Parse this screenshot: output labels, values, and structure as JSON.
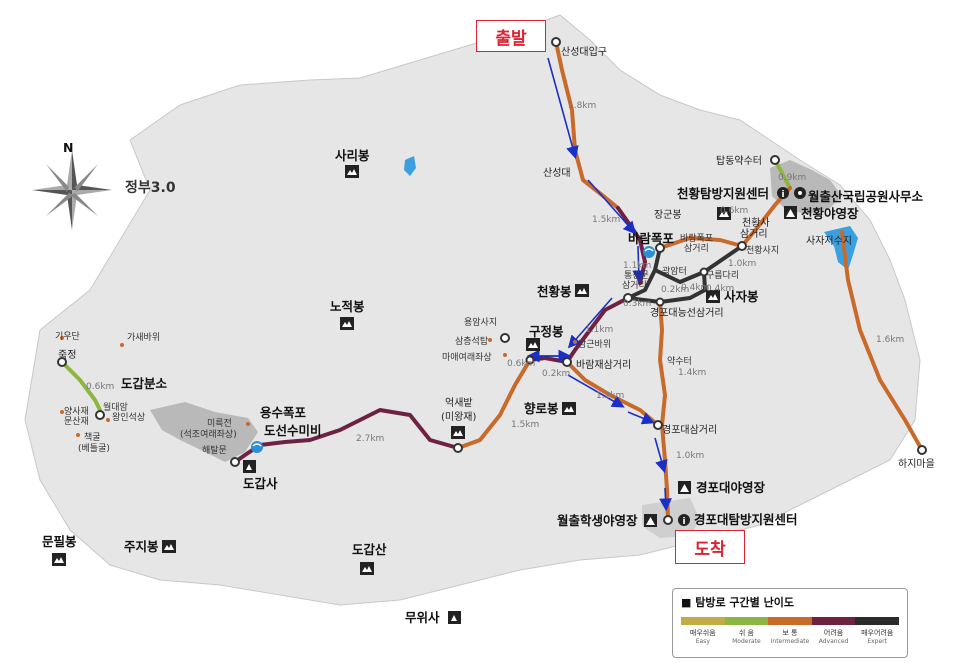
{
  "callouts": {
    "start": "출발",
    "end": "도착"
  },
  "compass": {
    "north": "N"
  },
  "logo": {
    "text": "정부3.0"
  },
  "legend": {
    "title": "탐방로 구간별 난이도",
    "levels": [
      {
        "ko": "매우쉬움",
        "en": "Easy",
        "color": "#c4ab45"
      },
      {
        "ko": "쉬 움",
        "en": "Moderate",
        "color": "#8db541"
      },
      {
        "ko": "보 통",
        "en": "Intermediate",
        "color": "#c96a2a"
      },
      {
        "ko": "어려움",
        "en": "Advanced",
        "color": "#6e2141"
      },
      {
        "ko": "매우어려움",
        "en": "Expert",
        "color": "#2b2b2b"
      }
    ]
  },
  "colors": {
    "intermediate": "#c96a2a",
    "advanced": "#6e2141",
    "expert": "#333333",
    "moderate": "#8db541",
    "terrain": "#e6e6e6",
    "arrow": "#1a2fc6",
    "start_red": "#d22233"
  },
  "labels": {
    "sanseong_entrance": "산성대입구",
    "sanseongdae": "산성대",
    "d18": "1.8km",
    "d15": "1.5km",
    "tapdong": "탑동약수터",
    "d09": "0.9km",
    "cheonhwang_center": "천황탐방지원센터",
    "wolchul_office": "월출산국립공원사무소",
    "cheonhwang_camp": "천황야영장",
    "janggun": "장군봉",
    "d06": "0.6km",
    "cheonhwangsa_jct_1": "천황사",
    "cheonhwangsa_jct_2": "삼거리",
    "cheonhwangsa": "천황사지",
    "sajajeo": "사자저수지",
    "d16": "1.6km",
    "baramfall": "바람폭포",
    "baramfall_jct_1": "바람폭포",
    "baramfall_jct_2": "삼거리",
    "d11": "1.1km",
    "gwangamteo": "광암터",
    "gureumdari": "구름다리",
    "d10a": "1.0km",
    "d04": "0.4km",
    "d04b": "0.4km",
    "tongcheon_1": "통천문",
    "tongcheon_2": "삼거리",
    "d02": "0.2km",
    "d03": "0.3km",
    "cheonhwangbong": "천황봉",
    "sajabong": "사자봉",
    "gyeongpo_tomb": "경포대능선삼거리",
    "yongam": "용암사지",
    "samcheung": "삼층석탑",
    "maae": "마애여래좌상",
    "gujeong": "구정봉",
    "d06b": "0.6km",
    "namgeun": "남근바위",
    "d02b": "0.2km",
    "baramjae": "바람재삼거리",
    "d11b": "1.1km",
    "yaksuteo": "약수터",
    "d14": "1.4km",
    "hyangno": "향로봉",
    "d12": "1.2km",
    "gyeongpo_jct": "경포대삼거리",
    "d10": "1.0km",
    "gyeongpo_camp": "경포대야영장",
    "student_camp": "월출학생야영장",
    "gyeongpo_center": "경포대탐방지원센터",
    "hajimaeul": "하지마을",
    "sari": "사리봉",
    "nojeok": "노적봉",
    "giudan": "기우단",
    "gasae": "가새바위",
    "jukjeong": "죽정",
    "d06c": "0.6km",
    "dogap_branch": "도갑분소",
    "wolda": "월대암",
    "yangsa": "양사재",
    "munsan": "문산재",
    "wangin": "왕인석상",
    "chaekgul_1": "책굴",
    "chaekgul_2": "(베틀굴)",
    "mireuk_1": "미륵전",
    "mireuk_2": "(석조여래좌상)",
    "haetal": "해탈문",
    "yongsu": "용수폭포",
    "doseon": "도선수미비",
    "dogapsa": "도갑사",
    "d27": "2.7km",
    "eoksae_1": "억새밭",
    "eoksae_2": "(미왕재)",
    "d15b": "1.5km",
    "munpil": "문필봉",
    "juji": "주지봉",
    "dogapsan": "도갑산",
    "muwisa": "무위사"
  }
}
